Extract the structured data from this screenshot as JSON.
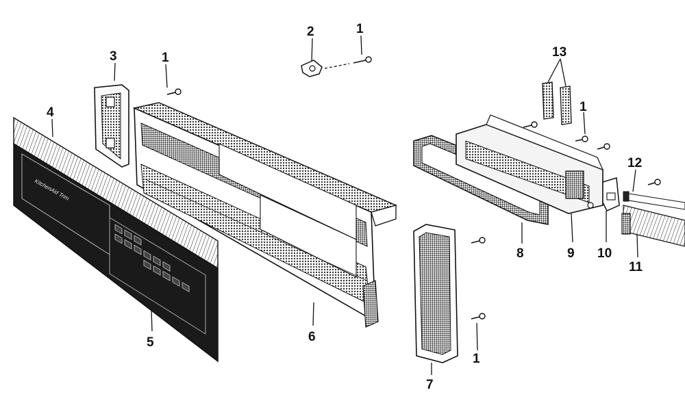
{
  "diagram": {
    "panel_brand": "KitchenAid Trim",
    "callouts": [
      {
        "id": "c1a",
        "label": "1"
      },
      {
        "id": "c1b",
        "label": "1"
      },
      {
        "id": "c1c",
        "label": "1"
      },
      {
        "id": "c1d",
        "label": "1"
      },
      {
        "id": "c2",
        "label": "2"
      },
      {
        "id": "c3",
        "label": "3"
      },
      {
        "id": "c4",
        "label": "4"
      },
      {
        "id": "c5",
        "label": "5"
      },
      {
        "id": "c6",
        "label": "6"
      },
      {
        "id": "c7",
        "label": "7"
      },
      {
        "id": "c8",
        "label": "8"
      },
      {
        "id": "c9",
        "label": "9"
      },
      {
        "id": "c10",
        "label": "10"
      },
      {
        "id": "c11",
        "label": "11"
      },
      {
        "id": "c12",
        "label": "12"
      },
      {
        "id": "c13",
        "label": "13"
      }
    ]
  }
}
